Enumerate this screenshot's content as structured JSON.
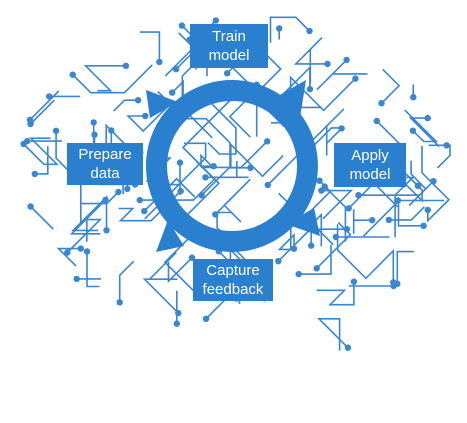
{
  "diagram": {
    "stages": {
      "train": "Train\nmodel",
      "prepare": "Prepare\ndata",
      "apply": "Apply\nmodel",
      "capture": "Capture\nfeedback"
    },
    "colors": {
      "circuit": "#3a86cf",
      "cycle": "#2a7fcf",
      "text": "#ffffff"
    }
  }
}
